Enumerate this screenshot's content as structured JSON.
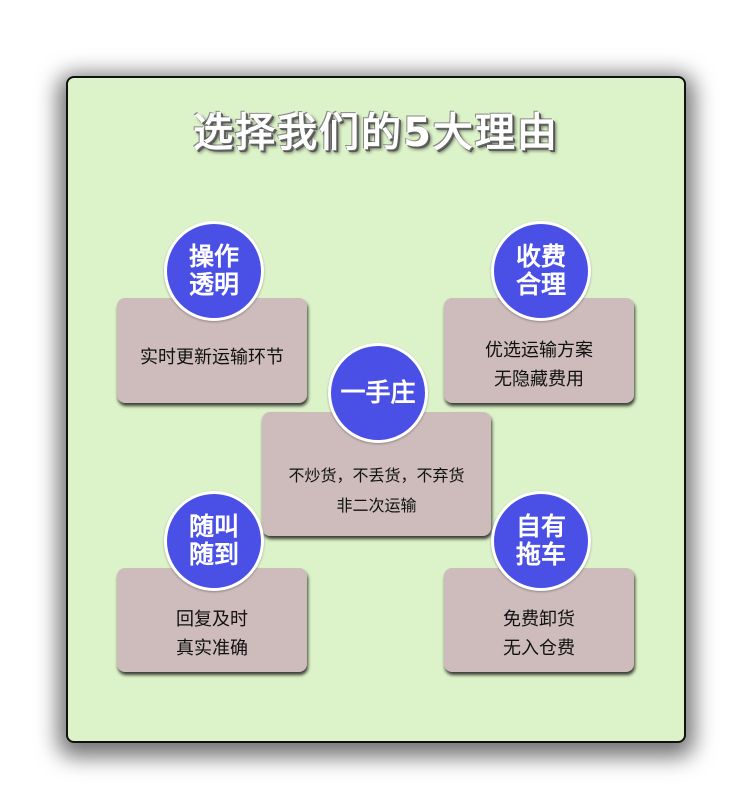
{
  "title": "选择我们的5大理由",
  "reasons": [
    {
      "badge": [
        "操作",
        "透明"
      ],
      "lines": [
        "实时更新运输环节"
      ]
    },
    {
      "badge": [
        "收费",
        "合理"
      ],
      "lines": [
        "优选运输方案",
        "无隐藏费用"
      ]
    },
    {
      "badge": [
        "一手庄"
      ],
      "lines": [
        "不炒货，不丢货，不弃货",
        "非二次运输"
      ]
    },
    {
      "badge": [
        "随叫",
        "随到"
      ],
      "lines": [
        "回复及时",
        "真实准确"
      ]
    },
    {
      "badge": [
        "自有",
        "拖车"
      ],
      "lines": [
        "免费卸货",
        "无入仓费"
      ]
    }
  ],
  "colors": {
    "panel": "#dcf2c8",
    "card": "#cdbcbb",
    "badge": "#4a4fe6"
  }
}
